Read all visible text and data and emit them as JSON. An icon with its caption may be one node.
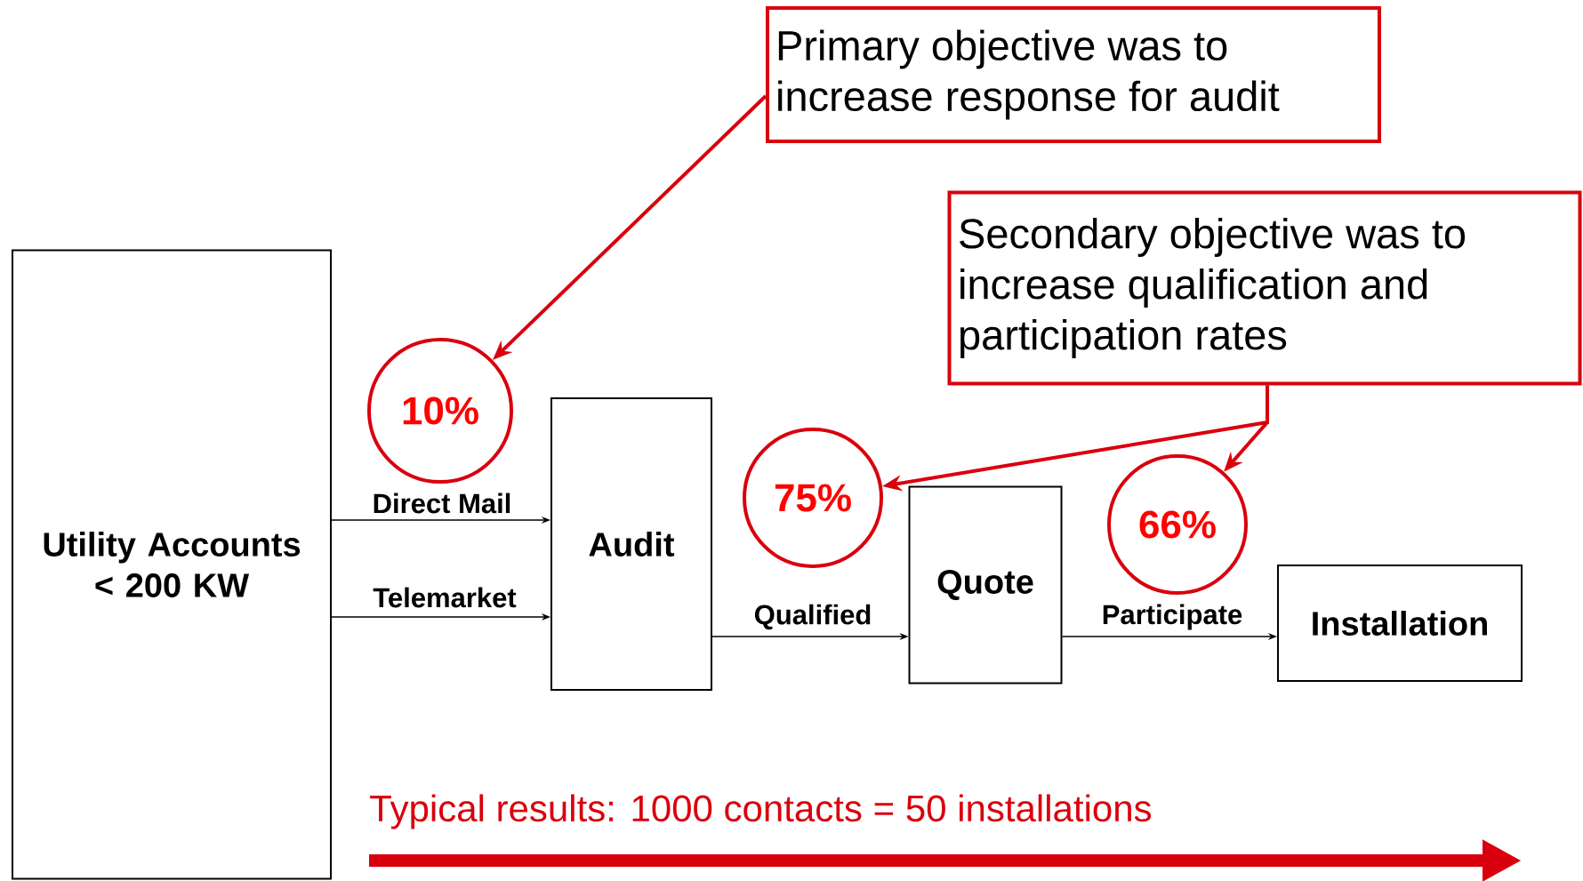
{
  "diagram": {
    "nodes": [
      {
        "text": [
          "Utility Accounts < 200 KW"
        ]
      },
      {
        "text": [
          "Audit"
        ]
      },
      {
        "text": [
          "Quote"
        ]
      },
      {
        "text": [
          "Installation"
        ]
      },
      {
        "text": [
          "10%"
        ]
      },
      {
        "text": [
          "75%"
        ]
      },
      {
        "text": [
          "66%"
        ]
      },
      {
        "text": [
          "Primary objective was to increase response for audit"
        ]
      },
      {
        "text": [
          "Secondary objective was to increase qualification and participation rates"
        ]
      }
    ],
    "edges": [
      {
        "from": 0,
        "to": 1,
        "arrow": "to",
        "label": "Direct Mail"
      },
      {
        "from": 0,
        "to": 1,
        "arrow": "to",
        "label": "Telemarket"
      },
      {
        "from": 1,
        "to": 2,
        "arrow": "to",
        "label": "Qualified"
      },
      {
        "from": 2,
        "to": 3,
        "arrow": "to",
        "label": "Participate"
      },
      {
        "from": 7,
        "to": 4,
        "arrow": "to",
        "color": "#d9000d"
      },
      {
        "from": 8,
        "to": 5,
        "arrow": "to",
        "color": "#d9000d"
      },
      {
        "from": 8,
        "to": 6,
        "arrow": "to",
        "color": "#d9000d"
      }
    ],
    "labels": [
      "Typical results: 1000 contacts = 50 installations"
    ]
  }
}
